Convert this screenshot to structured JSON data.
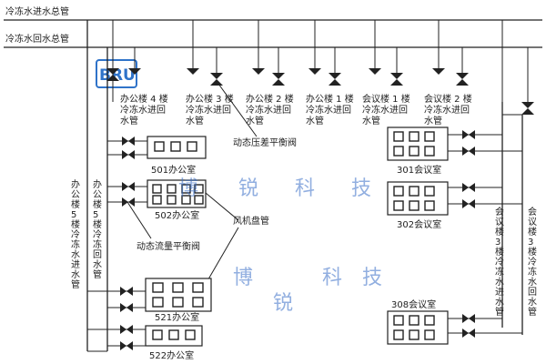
{
  "mains": {
    "supply_label": "冷冻水进水总管",
    "return_label": "冷冻水回水总管"
  },
  "branches": [
    {
      "label": [
        "办公楼 4 楼",
        "冷冻水进回",
        "水管"
      ]
    },
    {
      "label": [
        "办公楼 3 楼",
        "冷冻水进回",
        "水管"
      ]
    },
    {
      "label": [
        "办公楼 2 楼",
        "冷冻水进回",
        "水管"
      ]
    },
    {
      "label": [
        "办公楼 1 楼",
        "冷冻水进回",
        "水管"
      ]
    },
    {
      "label": [
        "会议楼 1 楼",
        "冷冻水进回",
        "水管"
      ]
    },
    {
      "label": [
        "会议楼 2 楼",
        "冷冻水进回",
        "水管"
      ]
    }
  ],
  "annotations": {
    "dp_valve": "动态压差平衡阀",
    "flow_valve": "动态流量平衡阀",
    "fan_coil": "风机盘管"
  },
  "rooms": {
    "r501": "501办公室",
    "r502": "502办公室",
    "r521": "521办公室",
    "r522": "522办公室",
    "r301": "301会议室",
    "r302": "302会议室",
    "r308": "308会议室"
  },
  "risers": {
    "left_supply": "办公楼5楼冷冻水进水管",
    "left_return": "办公楼5楼冷冻回水管",
    "right_supply": "会议楼3楼冷冻水进水管",
    "right_return": "会议楼3楼冷冻水回水管"
  },
  "logo": "BRU",
  "watermark": [
    "博",
    "锐",
    "科",
    "技"
  ],
  "colors": {
    "line": "#222222",
    "watermark": "#3a6fc8",
    "logo": "#2f73c9"
  }
}
